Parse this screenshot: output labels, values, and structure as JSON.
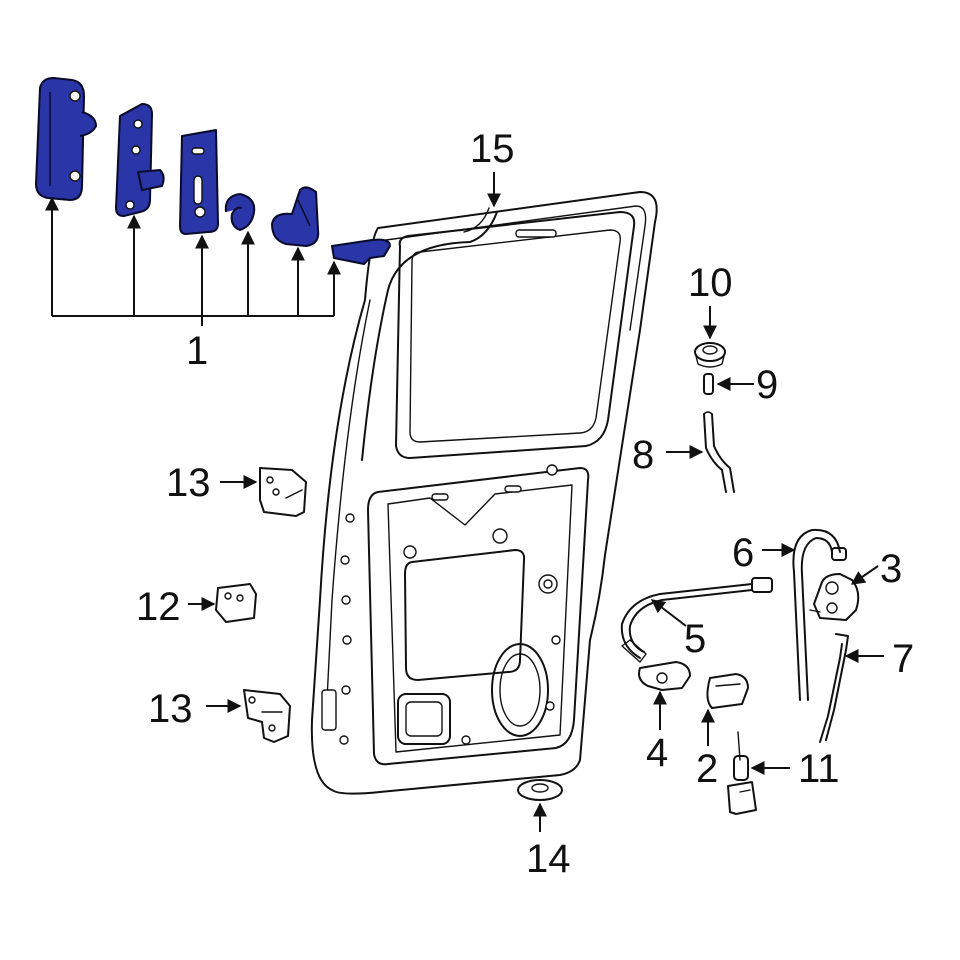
{
  "highlight_color": "#2a35a8",
  "callouts": {
    "c1": "1",
    "c2": "2",
    "c3": "3",
    "c4": "4",
    "c5": "5",
    "c6": "6",
    "c7": "7",
    "c8": "8",
    "c9": "9",
    "c10": "10",
    "c11": "11",
    "c12": "12",
    "c13a": "13",
    "c13b": "13",
    "c14": "14",
    "c15": "15"
  }
}
